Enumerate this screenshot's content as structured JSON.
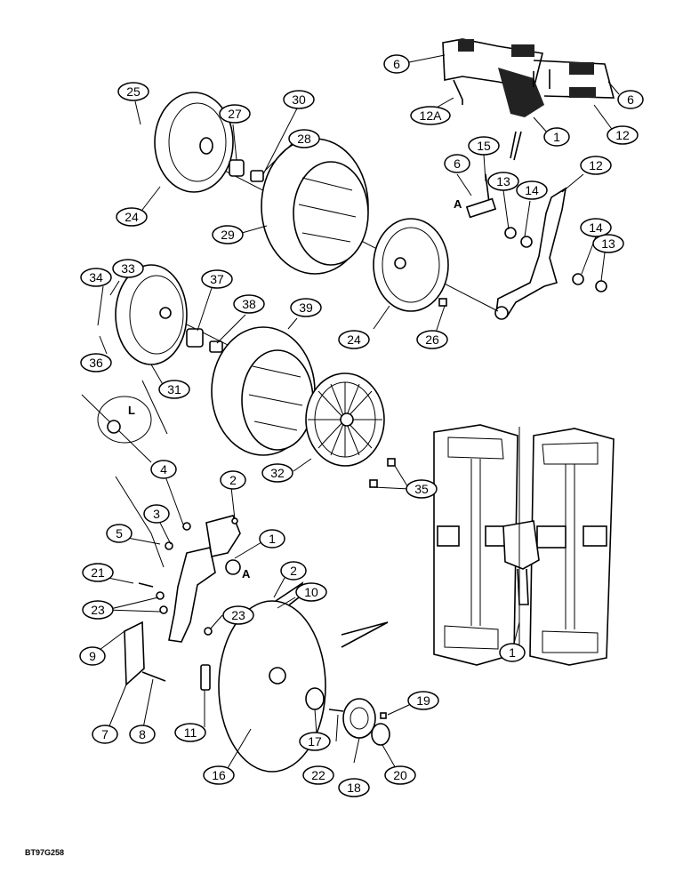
{
  "figure_code": "BT97G258",
  "view_letters": {
    "a1": "A",
    "a2": "A",
    "l": "L"
  },
  "callouts": {
    "c6a": "6",
    "c6b": "6",
    "c12a": "12A",
    "c1a": "1",
    "c12b": "12",
    "c15": "15",
    "c6c": "6",
    "c13a": "13",
    "c14a": "14",
    "c12c": "12",
    "c14b": "14",
    "c13b": "13",
    "c25": "25",
    "c27": "27",
    "c30": "30",
    "c28": "28",
    "c24a": "24",
    "c29": "29",
    "c34": "34",
    "c33": "33",
    "c37": "37",
    "c38": "38",
    "c39": "39",
    "c36": "36",
    "c31": "31",
    "c24b": "24",
    "c26": "26",
    "c32": "32",
    "c35": "35",
    "c4": "4",
    "c2a": "2",
    "c3": "3",
    "c5": "5",
    "c1b": "1",
    "c21": "21",
    "c2b": "2",
    "c10": "10",
    "c23a": "23",
    "c23b": "23",
    "c9": "9",
    "c7": "7",
    "c8": "8",
    "c11": "11",
    "c16": "16",
    "c17": "17",
    "c22": "22",
    "c18": "18",
    "c19": "19",
    "c20": "20",
    "c1c": "1"
  }
}
